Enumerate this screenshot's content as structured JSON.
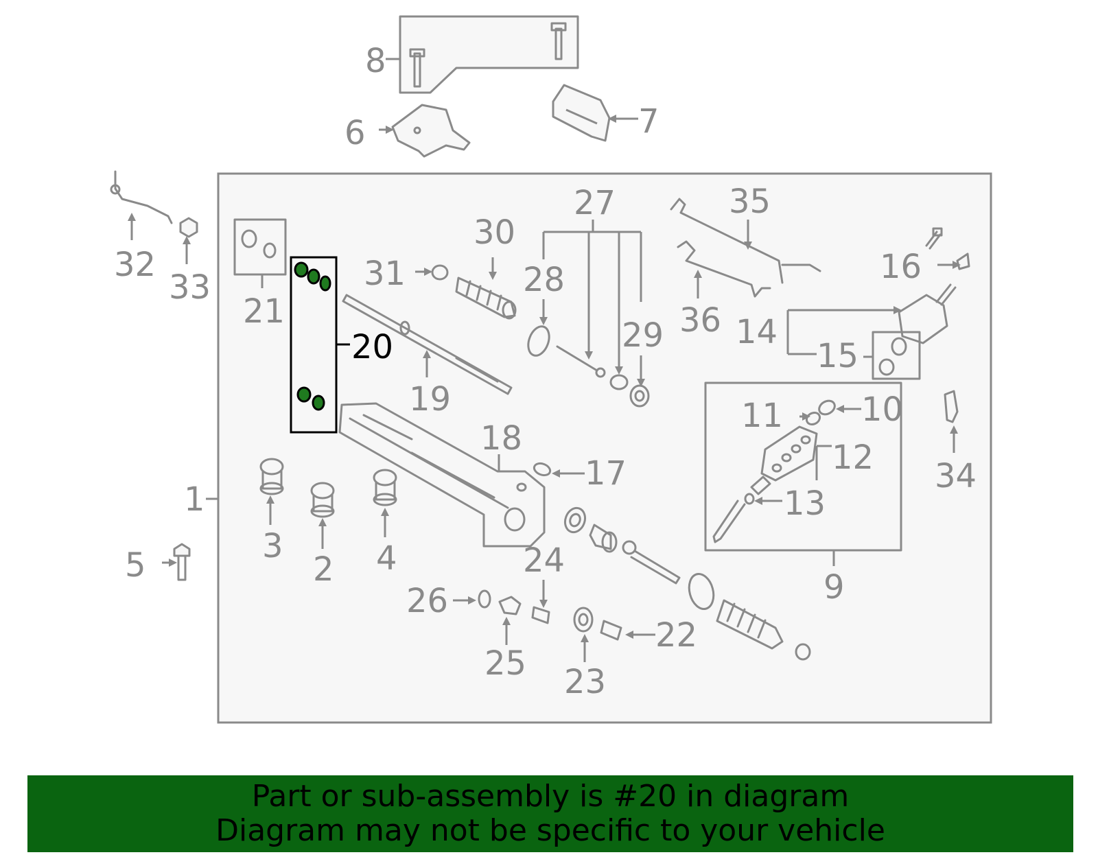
{
  "diagram": {
    "highlight_color": "#000000",
    "part_color": "#8a8a8a",
    "seal_color": "#1f7a1f",
    "callouts": {
      "c1": "1",
      "c2": "2",
      "c3": "3",
      "c4": "4",
      "c5": "5",
      "c6": "6",
      "c7": "7",
      "c8": "8",
      "c9": "9",
      "c10": "10",
      "c11": "11",
      "c12": "12",
      "c13": "13",
      "c14": "14",
      "c15": "15",
      "c16": "16",
      "c17": "17",
      "c18": "18",
      "c19": "19",
      "c20": "20",
      "c21": "21",
      "c22": "22",
      "c23": "23",
      "c24": "24",
      "c25": "25",
      "c26": "26",
      "c27": "27",
      "c28": "28",
      "c29": "29",
      "c30": "30",
      "c31": "31",
      "c32": "32",
      "c33": "33",
      "c34": "34",
      "c35": "35",
      "c36": "36"
    }
  },
  "banner": {
    "color": "#0a6410",
    "line1": "Part or sub-assembly is #20 in diagram",
    "line2": "Diagram may not be specific to your vehicle"
  }
}
